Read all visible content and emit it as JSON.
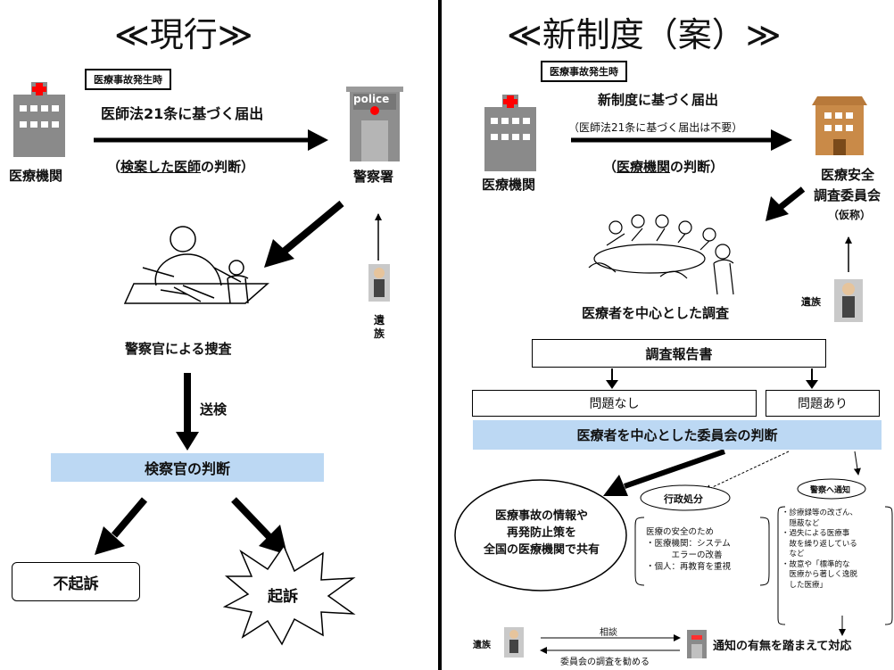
{
  "left": {
    "title": "≪現行≫",
    "event_box": "医療事故発生時",
    "report_label": "医師法21条に基づく届出",
    "judgment": {
      "open": "（",
      "underlined_a": "検案した医",
      "underlined_b": "師",
      "rest": "の判断）"
    },
    "hospital_label": "医療機関",
    "police_sign": "police",
    "police_label": "警察署",
    "family_label": "遺族",
    "investigation_label": "警察官による捜査",
    "send_label": "送検",
    "prosecutor_label": "検察官の判断",
    "outcome_no": "不起訴",
    "outcome_yes": "起訴"
  },
  "right": {
    "title": "≪新制度（案）≫",
    "event_box": "医療事故発生時",
    "report_label": "新制度に基づく届出",
    "report_sub": "（医師法21条に基づく届出は不要）",
    "judgment": {
      "open": "（",
      "underlined": "医療機関",
      "rest": "の判断）"
    },
    "hospital_label": "医療機関",
    "committee_label_1": "医療安全",
    "committee_label_2": "調査委員会",
    "committee_label_3": "（仮称）",
    "family_label": "遺族",
    "investigation_label": "医療者を中心とした調査",
    "report_box": "調査報告書",
    "no_problem": "問題なし",
    "problem": "問題あり",
    "committee_judgment": "医療者を中心とした委員会の判断",
    "share_lines": [
      "医療事故の情報や",
      "再発防止策を",
      "全国の医療機関で共有"
    ],
    "admin_label": "行政処分",
    "admin_lines": [
      "医療の安全のため",
      "・医療機関：システム",
      "　　　エラーの改善",
      "・個人：再教育を重視"
    ],
    "police_notice_label": "警察へ通知",
    "police_notice_lines": [
      "・診療録等の改ざん、",
      "　隠蔽など",
      "・過失による医療事",
      "　故を繰り返している",
      "　など",
      "・故意や「標準的な",
      "　医療から著しく逸脱",
      "　した医療」"
    ],
    "consult_label": "相談",
    "recommend_label": "委員会の調査を勧める",
    "family_bottom_label": "遺族",
    "conclusion": "通知の有無を踏まえて対応"
  },
  "colors": {
    "band": "#bcd8f3",
    "cross": "#ff0000",
    "building": "#8a8a8a"
  }
}
